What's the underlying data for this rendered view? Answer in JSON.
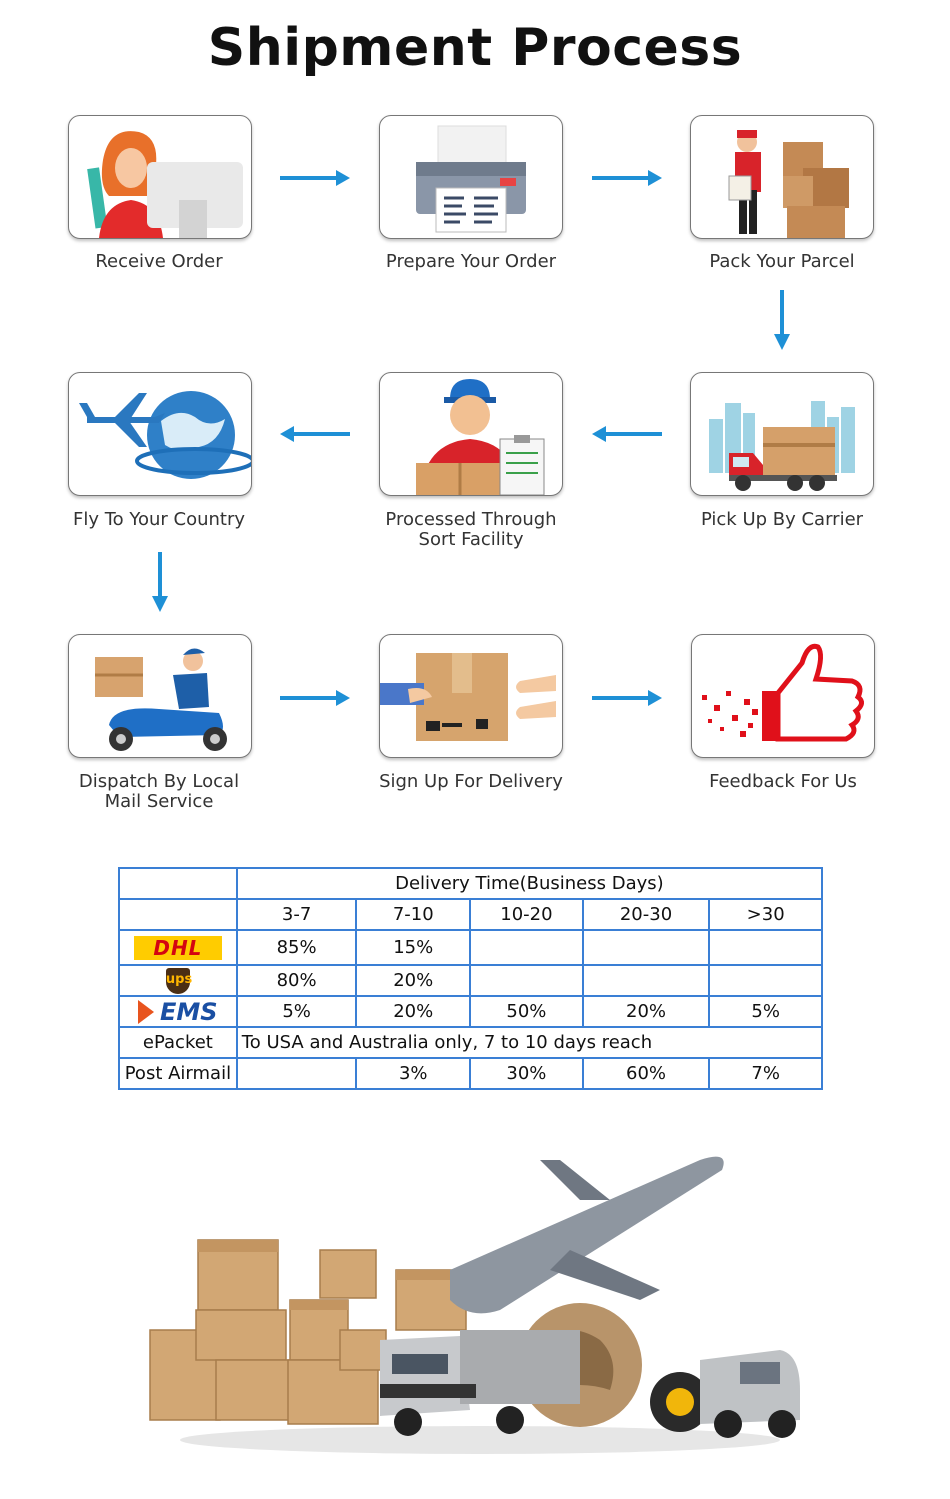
{
  "title": "Shipment Process",
  "steps": [
    {
      "label": "Receive Order",
      "icon": "receive-order-icon"
    },
    {
      "label": "Prepare Your Order",
      "icon": "printer-icon"
    },
    {
      "label": "Pack Your Parcel",
      "icon": "packing-courier-icon"
    },
    {
      "label": "Pick Up By Carrier",
      "icon": "truck-city-icon"
    },
    {
      "label_line1": "Processed Through",
      "label_line2": "Sort Facility",
      "icon": "sort-facility-worker-icon"
    },
    {
      "label": "Fly To Your Country",
      "icon": "airplane-globe-icon"
    },
    {
      "label_line1": "Dispatch By Local",
      "label_line2": "Mail Service",
      "icon": "scooter-courier-icon"
    },
    {
      "label": "Sign Up For Delivery",
      "icon": "hands-box-icon"
    },
    {
      "label": "Feedback For Us",
      "icon": "thumbs-up-icon"
    }
  ],
  "table": {
    "header": "Delivery Time(Business Days)",
    "columns": [
      "3-7",
      "7-10",
      "10-20",
      "20-30",
      ">30"
    ],
    "rows": [
      {
        "carrier": "DHL",
        "logo": "dhl-logo",
        "logo_text": "DHL",
        "cells": [
          "85%",
          "15%",
          "",
          "",
          ""
        ]
      },
      {
        "carrier": "UPS",
        "logo": "ups-logo",
        "logo_text": "ups",
        "cells": [
          "80%",
          "20%",
          "",
          "",
          ""
        ]
      },
      {
        "carrier": "EMS",
        "logo": "ems-logo",
        "logo_text": "EMS",
        "cells": [
          "5%",
          "20%",
          "50%",
          "20%",
          "5%"
        ]
      },
      {
        "carrier": "ePacket",
        "note": "To USA and Australia only, 7 to 10 days reach"
      },
      {
        "carrier": "Post Airmail",
        "cells": [
          "",
          "3%",
          "30%",
          "60%",
          "7%"
        ]
      }
    ]
  },
  "colors": {
    "arrow": "#1e90d6",
    "table_border": "#3a7fd5",
    "dhl_yellow": "#ffcc00",
    "dhl_red": "#d40511",
    "ups_brown": "#4b2e14",
    "ems_blue": "#1a4fa3",
    "thumb_red": "#e0101a"
  },
  "bottom_illustration": "boxes-truck-airplane-globe-van"
}
